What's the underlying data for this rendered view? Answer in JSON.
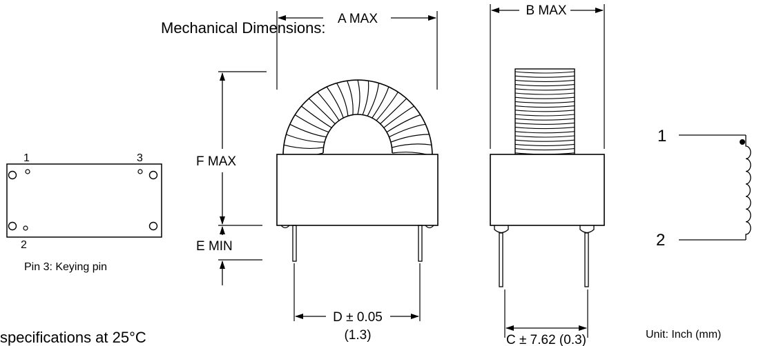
{
  "header": {
    "title": "Mechanical Dimensions:"
  },
  "dimensions": {
    "a": "A MAX",
    "b": "B MAX",
    "c": "C ± 7.62 (0.3)",
    "d": "D ± 0.05",
    "d_mm": "(1.3)",
    "e": "E MIN",
    "f": "F MAX"
  },
  "footprint": {
    "pin1": "1",
    "pin2": "2",
    "pin3": "3",
    "note": "Pin 3: Keying pin"
  },
  "schematic": {
    "pin1": "1",
    "pin2": "2"
  },
  "footer": {
    "specs": "specifications at 25°C",
    "unit": "Unit: Inch (mm)"
  }
}
